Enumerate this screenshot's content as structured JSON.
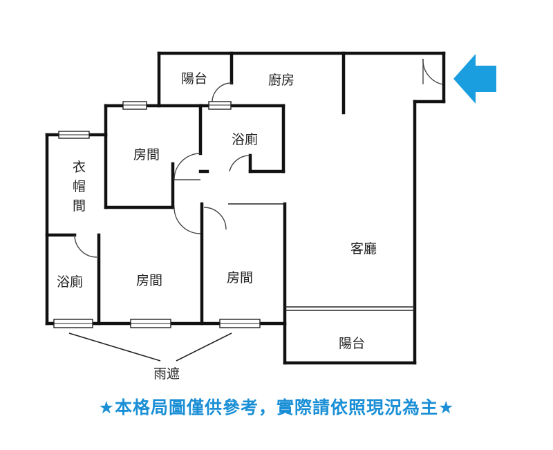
{
  "rooms": {
    "balcony_top": "陽台",
    "kitchen": "廚房",
    "bathroom_upper": "浴廁",
    "bedroom_upper": "房間",
    "walk_in_closet": [
      "衣",
      "帽",
      "間"
    ],
    "bathroom_lower": "浴廁",
    "bedroom_lower_left": "房間",
    "bedroom_lower_right": "房間",
    "living_room": "客廳",
    "balcony_bottom": "陽台"
  },
  "annotations": {
    "canopy": "雨遮"
  },
  "disclaimer": "★本格局圖僅供參考，實際請依照現況為主★",
  "icons": {
    "entrance": "entrance-arrow-icon"
  },
  "colors": {
    "accent": "#1a8fd6",
    "arrow": "#1a9ee0",
    "wall": "#111111"
  }
}
